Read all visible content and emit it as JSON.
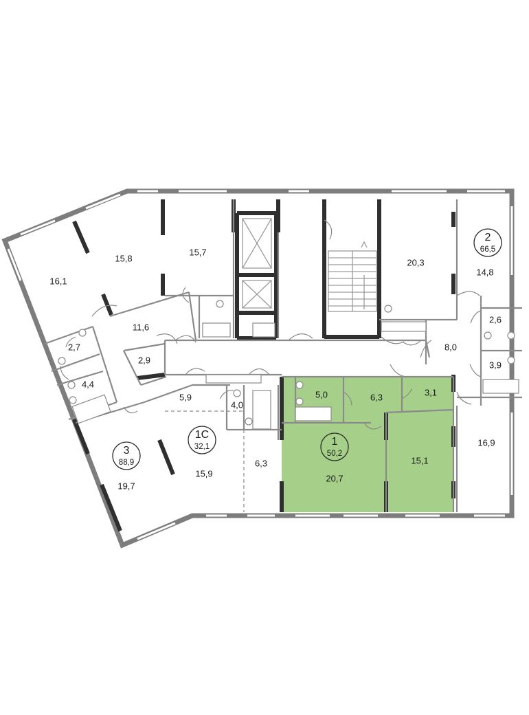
{
  "colors": {
    "highlight": "#a6d08a",
    "wall": "#8a8a8a",
    "structural": "#2f2f2f"
  },
  "apartments": [
    {
      "id": "apt-1",
      "number": "1",
      "area": "50,2",
      "highlighted": true
    },
    {
      "id": "apt-1c",
      "number": "1С",
      "area": "32,1",
      "highlighted": false
    },
    {
      "id": "apt-2",
      "number": "2",
      "area": "66,5",
      "highlighted": false
    },
    {
      "id": "apt-3",
      "number": "3",
      "area": "88,9",
      "highlighted": false
    }
  ],
  "rooms": {
    "r161": "16,1",
    "r158": "15,8",
    "r157": "15,7",
    "r116": "11,6",
    "r27": "2,7",
    "r44": "4,4",
    "r29": "2,9",
    "r197": "19,7",
    "r59": "5,9",
    "r40": "4,0",
    "r159": "15,9",
    "r63a": "6,3",
    "r50": "5,0",
    "r63b": "6,3",
    "r31": "3,1",
    "r207": "20,7",
    "r151": "15,1",
    "r203": "20,3",
    "r148": "14,8",
    "r26": "2,6",
    "r80": "8,0",
    "r39": "3,9",
    "r169": "16,9"
  }
}
